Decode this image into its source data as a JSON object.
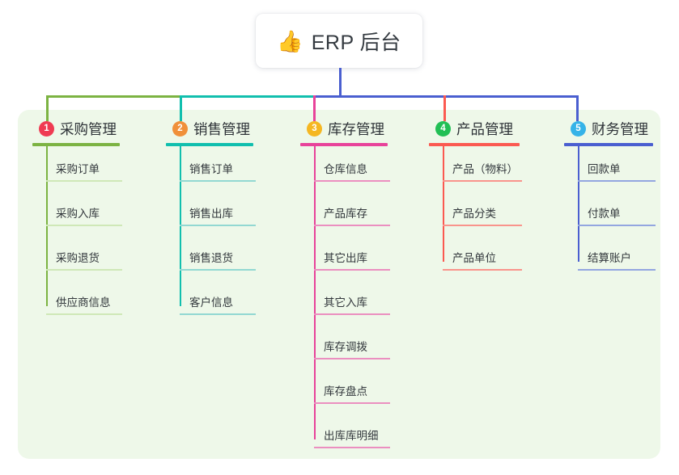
{
  "root": {
    "emoji": "👍",
    "emoji_name": "thumbs-up-icon",
    "label": "ERP 后台"
  },
  "colors": {
    "panel_bg": "#eef8e9",
    "canvas_bg": "#ffffff",
    "text": "#2e3338",
    "root_trunk": "#4a5fd0"
  },
  "connector": {
    "segments": [
      {
        "name": "segment-purchasing",
        "color": "#7cb342"
      },
      {
        "name": "segment-sales",
        "color": "#11bfae"
      },
      {
        "name": "segment-inventory",
        "color": "#4a5fd0"
      },
      {
        "name": "segment-finance",
        "color": "#4a5fd0"
      }
    ]
  },
  "branches": [
    {
      "id": "purchasing",
      "number": "1",
      "title": "采购管理",
      "badge_color": "#ef3b52",
      "line_color": "#7cb342",
      "rule_color": "#cfe8b7",
      "items": [
        {
          "label": "采购订单"
        },
        {
          "label": "采购入库"
        },
        {
          "label": "采购退货"
        },
        {
          "label": "供应商信息"
        }
      ]
    },
    {
      "id": "sales",
      "number": "2",
      "title": "销售管理",
      "badge_color": "#f0903a",
      "line_color": "#11bfae",
      "rule_color": "#92d8d2",
      "items": [
        {
          "label": "销售订单"
        },
        {
          "label": "销售出库"
        },
        {
          "label": "销售退货"
        },
        {
          "label": "客户信息"
        }
      ]
    },
    {
      "id": "inventory",
      "number": "3",
      "title": "库存管理",
      "badge_color": "#f5b722",
      "line_color": "#e8439a",
      "rule_color": "#eb8fc0",
      "items": [
        {
          "label": "仓库信息"
        },
        {
          "label": "产品库存"
        },
        {
          "label": "其它出库"
        },
        {
          "label": "其它入库"
        },
        {
          "label": "库存调拨"
        },
        {
          "label": "库存盘点"
        },
        {
          "label": "出库库明细"
        }
      ]
    },
    {
      "id": "product",
      "number": "4",
      "title": "产品管理",
      "badge_color": "#22bf55",
      "line_color": "#fb5a51",
      "rule_color": "#f9948c",
      "items": [
        {
          "label": "产品（物料）"
        },
        {
          "label": "产品分类"
        },
        {
          "label": "产品单位"
        }
      ]
    },
    {
      "id": "finance",
      "number": "5",
      "title": "财务管理",
      "badge_color": "#35b3e8",
      "line_color": "#4a5fd0",
      "rule_color": "#93a6e0",
      "items": [
        {
          "label": "回款单"
        },
        {
          "label": "付款单"
        },
        {
          "label": "结算账户"
        }
      ]
    }
  ]
}
